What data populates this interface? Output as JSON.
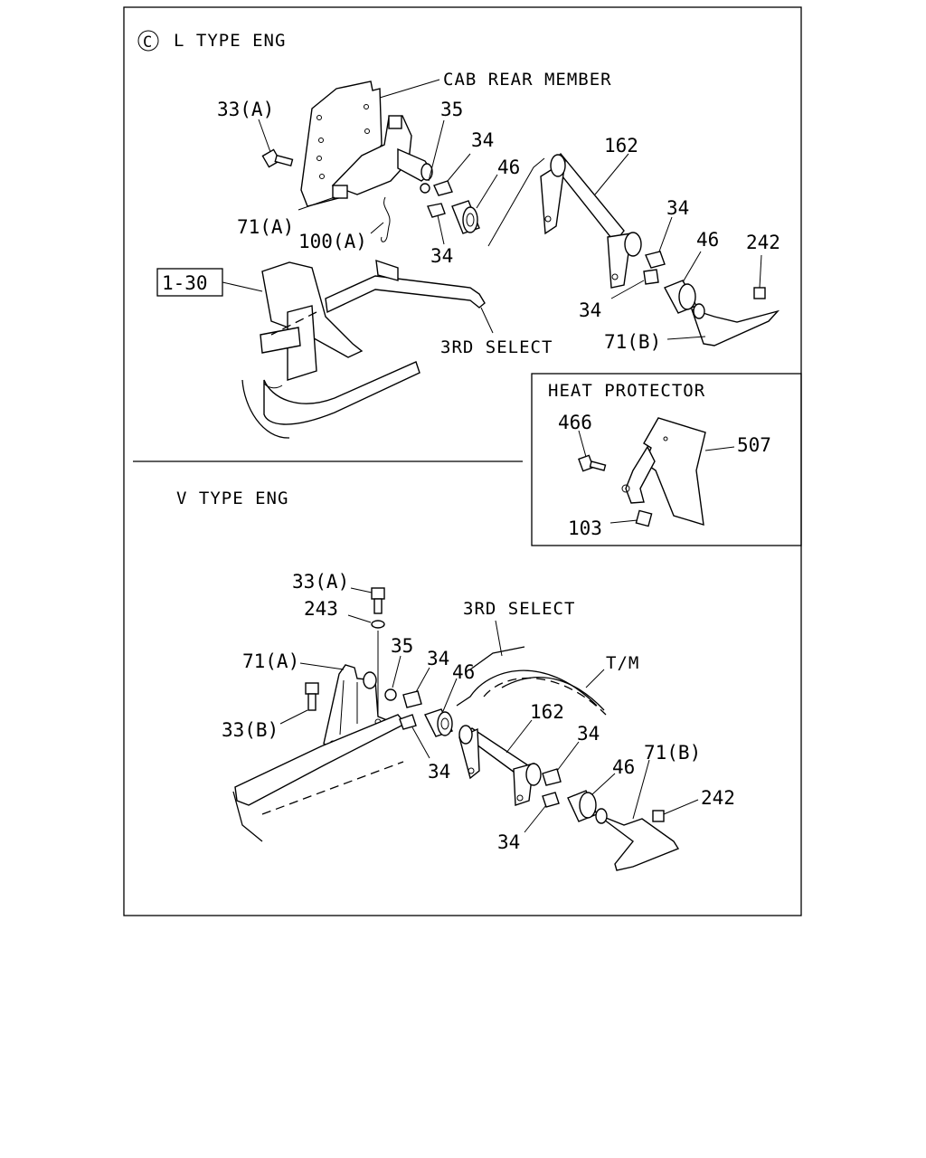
{
  "sections": {
    "l_type": {
      "circle_symbol": "C",
      "title": "L TYPE ENG",
      "cab_rear_member": "CAB REAR MEMBER",
      "third_select": "3RD SELECT",
      "ref_box": "1-30",
      "labels": {
        "b33a": "33(A)",
        "p35": "35",
        "p34_top": "34",
        "p46": "46",
        "p162": "162",
        "p71a": "71(A)",
        "p100a": "100(A)",
        "p34_mid": "34",
        "p34_right": "34",
        "p46_right": "46",
        "p242": "242",
        "p34_low": "34",
        "p71b": "71(B)"
      }
    },
    "heat_protector": {
      "title": "HEAT PROTECTOR",
      "labels": {
        "p466": "466",
        "p507": "507",
        "p103": "103"
      }
    },
    "v_type": {
      "title": "V TYPE ENG",
      "third_select": "3RD SELECT",
      "tm": "T/M",
      "labels": {
        "b33a": "33(A)",
        "p243": "243",
        "p71a": "71(A)",
        "p35": "35",
        "p34a": "34",
        "p46a": "46",
        "b33b": "33(B)",
        "p162": "162",
        "p34b": "34",
        "p71b": "71(B)",
        "p46b": "46",
        "p34c": "34",
        "p242": "242",
        "p34d": "34"
      }
    }
  }
}
